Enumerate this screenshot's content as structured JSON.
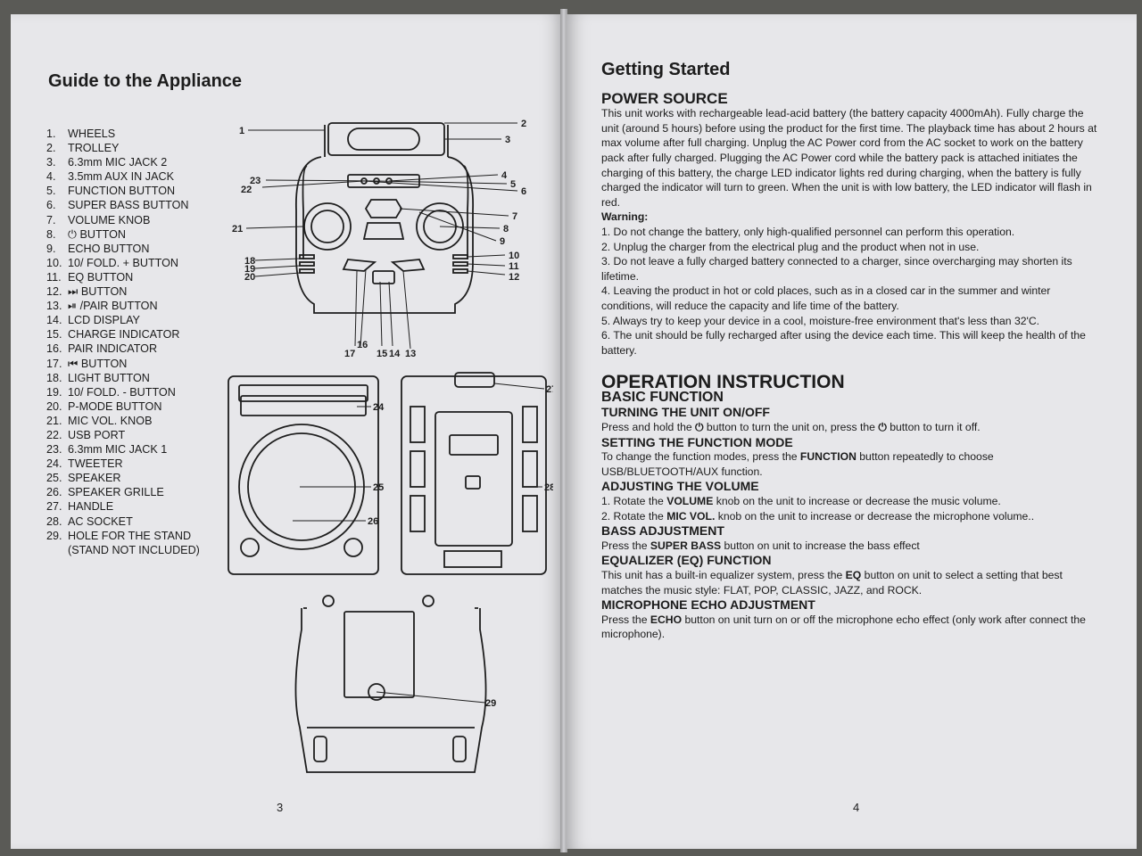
{
  "left": {
    "title": "Guide to the Appliance",
    "parts": [
      {
        "num": "1.",
        "label": "WHEELS"
      },
      {
        "num": "2.",
        "label": "TROLLEY"
      },
      {
        "num": "3.",
        "label": "6.3mm MIC JACK 2"
      },
      {
        "num": "4.",
        "label": "3.5mm AUX IN JACK"
      },
      {
        "num": "5.",
        "label": "FUNCTION BUTTON"
      },
      {
        "num": "6.",
        "label": "SUPER BASS BUTTON"
      },
      {
        "num": "7.",
        "label": "VOLUME KNOB"
      },
      {
        "num": "8.",
        "label": "⏻ BUTTON"
      },
      {
        "num": "9.",
        "label": "ECHO BUTTON"
      },
      {
        "num": "10.",
        "label": "10/ FOLD. + BUTTON"
      },
      {
        "num": "11.",
        "label": "EQ BUTTON"
      },
      {
        "num": "12.",
        "label": "⏭ BUTTON"
      },
      {
        "num": "13.",
        "label": "⏯ /PAIR BUTTON"
      },
      {
        "num": "14.",
        "label": "LCD DISPLAY"
      },
      {
        "num": "15.",
        "label": "CHARGE INDICATOR"
      },
      {
        "num": "16.",
        "label": "PAIR INDICATOR"
      },
      {
        "num": "17.",
        "label": "⏮ BUTTON"
      },
      {
        "num": "18.",
        "label": "LIGHT BUTTON"
      },
      {
        "num": "19.",
        "label": "10/ FOLD. - BUTTON"
      },
      {
        "num": "20.",
        "label": "P-MODE BUTTON"
      },
      {
        "num": "21.",
        "label": "MIC VOL. KNOB"
      },
      {
        "num": "22.",
        "label": "USB PORT"
      },
      {
        "num": "23.",
        "label": "6.3mm MIC JACK 1"
      },
      {
        "num": "24.",
        "label": "TWEETER"
      },
      {
        "num": "25.",
        "label": "SPEAKER"
      },
      {
        "num": "26.",
        "label": "SPEAKER GRILLE"
      },
      {
        "num": "27.",
        "label": "HANDLE"
      },
      {
        "num": "28.",
        "label": "AC SOCKET"
      },
      {
        "num": "29.",
        "label": "HOLE FOR THE STAND"
      },
      {
        "num": "",
        "label": "(STAND NOT INCLUDED)"
      }
    ],
    "page_number": "3",
    "callouts": {
      "top": [
        "1",
        "2",
        "3",
        "4",
        "5",
        "6",
        "7",
        "8",
        "9",
        "10",
        "11",
        "12",
        "13",
        "14",
        "15",
        "16",
        "17",
        "18",
        "19",
        "20",
        "21",
        "22",
        "23"
      ],
      "front": [
        "24",
        "25",
        "26"
      ],
      "back": [
        "27",
        "28"
      ],
      "bottom": [
        "29"
      ]
    }
  },
  "right": {
    "title": "Getting Started",
    "power_heading": "POWER SOURCE",
    "power_text": "This unit works with rechargeable lead-acid battery (the battery capacity 4000mAh). Fully charge the unit (around 5 hours) before using the product for the first time. The playback time has about 2 hours at max volume after full charging. Unplug the AC Power cord from the AC socket to work on the battery pack after fully charged. Plugging the AC Power cord while the battery pack is attached initiates the charging of this battery, the charge LED indicator lights red during charging, when the battery is fully charged the indicator will turn to green. When the unit is with low battery, the LED indicator will flash in red.",
    "warning_label": "Warning:",
    "warnings": [
      "1. Do not change the battery, only high-qualified personnel can perform this operation.",
      "2. Unplug the charger from the electrical plug and the product when not in use.",
      "3. Do not leave a fully charged battery connected to a charger, since overcharging may shorten its lifetime.",
      "4. Leaving the product in hot or cold places, such as in a closed car in the summer and winter conditions, will reduce the capacity and life time of the battery.",
      "5. Always try to keep your device in a cool, moisture-free environment that's less than 32'C.",
      "6. The unit should be fully recharged after using the device each time. This will keep the health of the battery."
    ],
    "operation_heading": "OPERATION INSTRUCTION",
    "basic_heading": "BASIC FUNCTION",
    "turning_heading": "TURNING THE UNIT ON/OFF",
    "turning_text_a": "Press and hold the",
    "turning_text_b": "button to turn the unit on, press the",
    "turning_text_c": "button to turn it off.",
    "power_icon": "⏻",
    "mode_heading": "SETTING THE FUNCTION MODE",
    "mode_a": "To change the function modes, press the",
    "mode_b": "FUNCTION",
    "mode_c": "button repeatedly to choose USB/BLUETOOTH/AUX function.",
    "volume_heading": "ADJUSTING THE VOLUME",
    "vol1_a": "1. Rotate the",
    "vol1_b": "VOLUME",
    "vol1_c": "knob on the unit to increase or decrease the music volume.",
    "vol2_a": "2. Rotate the",
    "vol2_b": "MIC VOL.",
    "vol2_c": "knob on the unit to increase or decrease the microphone volume..",
    "bass_heading": "BASS ADJUSTMENT",
    "bass_a": "Press the",
    "bass_b": "SUPER BASS",
    "bass_c": "button on unit to increase the bass effect",
    "eq_heading": "EQUALIZER (EQ) FUNCTION",
    "eq_a": "This unit has a built-in equalizer system, press the",
    "eq_b": "EQ",
    "eq_c": "button on unit to select a setting that best matches the music style: FLAT, POP, CLASSIC, JAZZ, and ROCK.",
    "echo_heading": "MICROPHONE ECHO ADJUSTMENT",
    "echo_a": "Press the",
    "echo_b": "ECHO",
    "echo_c": "button on unit turn on or off the microphone echo effect (only work after connect the microphone).",
    "page_number": "4"
  }
}
